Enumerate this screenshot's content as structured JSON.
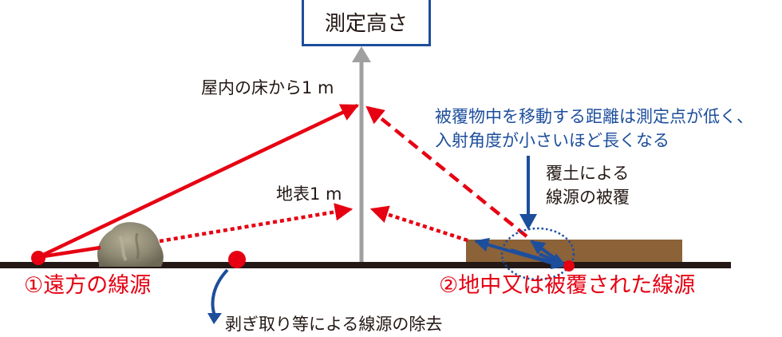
{
  "title": {
    "label": "測定高さ"
  },
  "labels": {
    "indoor_height": "屋内の床から1 m",
    "ground_height": "地表1 m",
    "shielding_note_line1": "被覆物中を移動する距離は測定点が低く、",
    "shielding_note_line2": "入射角度が小さいほど長くなる",
    "soil_cover_line1": "覆土による",
    "soil_cover_line2": "線源の被覆",
    "source_distant": "①遠方の線源",
    "source_buried": "②地中又は被覆された線源",
    "removal": "剥ぎ取り等による線源の除去"
  },
  "colors": {
    "red": "#e60012",
    "blue": "#1d4e9c",
    "ground": "#231815",
    "axis": "#a0a0a0",
    "soil": "#8c6239",
    "rock": "#8f8a74"
  },
  "icons": {
    "source_point": "red-dot",
    "rock": "rock-icon",
    "vertical_axis": "up-arrow"
  }
}
